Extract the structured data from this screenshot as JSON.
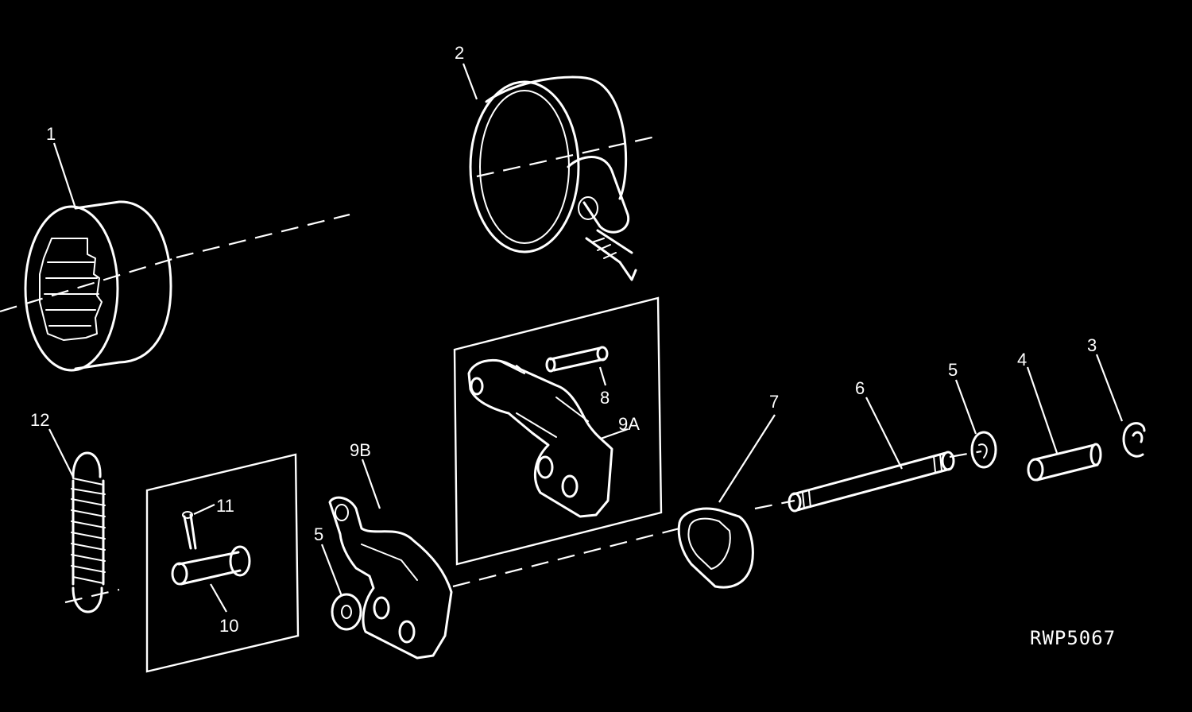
{
  "callouts": {
    "c1": "1",
    "c2": "2",
    "c3": "3",
    "c4": "4",
    "c5a": "5",
    "c5b": "5",
    "c6": "6",
    "c7": "7",
    "c8": "8",
    "c9a": "9A",
    "c9b": "9B",
    "c10": "10",
    "c11": "11",
    "c12": "12"
  },
  "reference_code": "RWP5067",
  "colors": {
    "background": "#000000",
    "line": "#ffffff"
  }
}
